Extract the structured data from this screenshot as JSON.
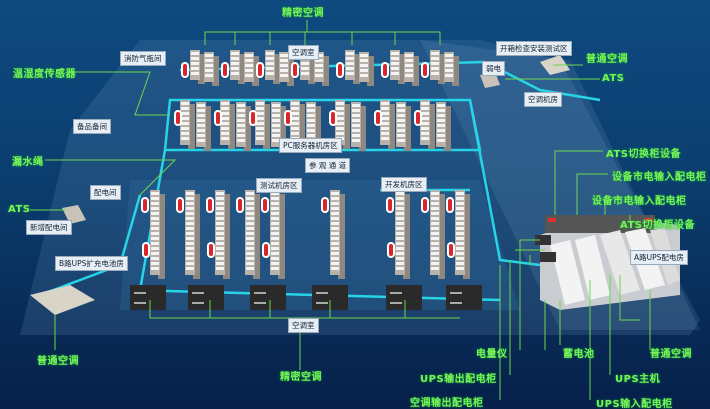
{
  "callouts": {
    "precision_ac_top": "精密空调",
    "temp_humidity_sensor": "温湿度传感器",
    "water_leak_rope": "漏水绳",
    "ats_left": "ATS",
    "normal_ac_left": "普通空调",
    "precision_ac_bottom": "精密空调",
    "normal_ac_top_right": "普通空调",
    "ats_top_right": "ATS",
    "ats_switch_1": "ATS切换柜设备",
    "mains_input_1": "设备市电输入配电柜",
    "mains_input_2": "设备市电输入配电柜",
    "ats_switch_2": "ATS切换柜设备",
    "power_meter": "电量仪",
    "battery": "蓄电池",
    "normal_ac_bottom_right": "普通空调",
    "ups_output_cabinet": "UPS输出配电柜",
    "ups_host": "UPS主机",
    "ac_output_cabinet": "空调输出配电柜",
    "ups_input_cabinet": "UPS输入配电柜"
  },
  "rooms": {
    "fire_gas_room": "消防气瓶间",
    "ac_room_top": "空调室",
    "spare_parts_room": "备品备间",
    "pc_server_area": "PC服务器机房区",
    "visit_corridor": "参 观 通 道",
    "test_room_area": "测试机房区",
    "power_room": "配电间",
    "unbox_test_area": "开箱检查安装测试区",
    "weak_current": "弱电",
    "ac_machine_room": "空调机房",
    "dev_room_area": "开发机房区",
    "new_power_room": "新增配电间",
    "b_ups_battery_room": "B路UPS扩充电池房",
    "a_ups_power_room": "A路UPS配电房",
    "ac_room_bottom": "空调室"
  },
  "colors": {
    "callout": "#7cf05a",
    "pipe": "#27d3e6",
    "thermo": "#d9262b"
  }
}
